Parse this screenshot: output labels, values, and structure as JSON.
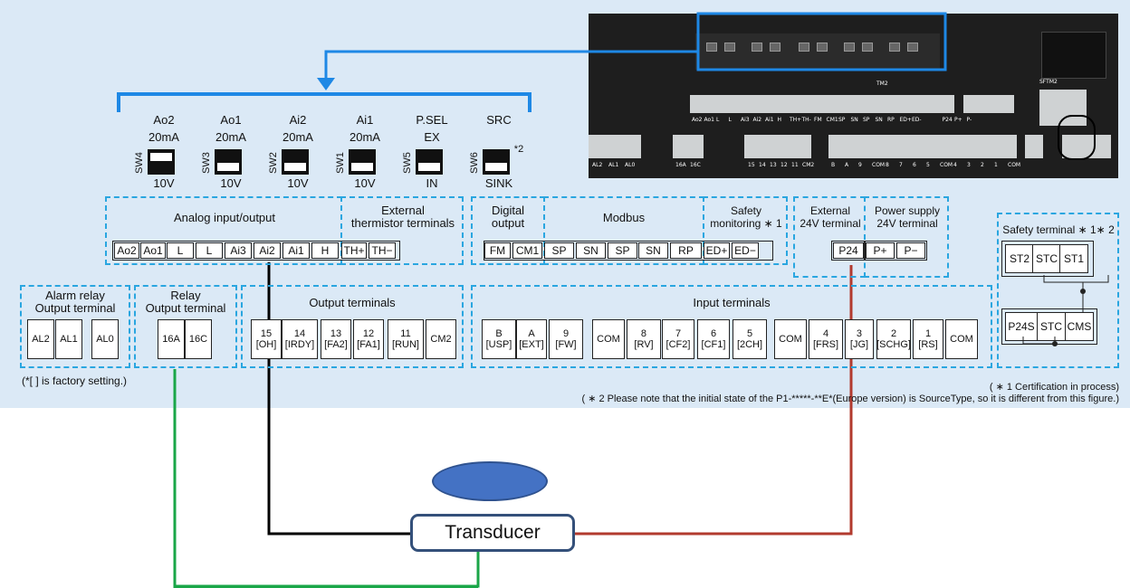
{
  "switches": [
    {
      "id": "SW4",
      "top": "Ao2",
      "mid": "20mA",
      "bottom": "10V",
      "star": ""
    },
    {
      "id": "SW3",
      "top": "Ao1",
      "mid": "20mA",
      "bottom": "10V",
      "star": ""
    },
    {
      "id": "SW2",
      "top": "Ai2",
      "mid": "20mA",
      "bottom": "10V",
      "star": ""
    },
    {
      "id": "SW1",
      "top": "Ai1",
      "mid": "20mA",
      "bottom": "10V",
      "star": ""
    },
    {
      "id": "SW5",
      "top": "P.SEL",
      "mid": "EX",
      "bottom": "IN",
      "star": ""
    },
    {
      "id": "SW6",
      "top": "SRC",
      "mid": "",
      "bottom": "SINK",
      "star": "*2"
    }
  ],
  "groups": {
    "analog": "Analog input/output",
    "thermistor": "External\nthermistor terminals",
    "digital_out": "Digital\noutput",
    "modbus": "Modbus",
    "safety_mon": "Safety\nmonitoring ∗ 1",
    "ext24": "External\n24V terminal",
    "power24": "Power supply\n24V terminal",
    "safety_term": "Safety terminal ∗ 1∗ 2",
    "alarm_relay": "Alarm relay\nOutput terminal",
    "relay": "Relay\nOutput terminal",
    "output_terms": "Output terminals",
    "input_terms": "Input terminals"
  },
  "row1_terminals": [
    "Ao2",
    "Ao1",
    "L",
    "L",
    "Ai3",
    "Ai2",
    "Ai1",
    "H",
    "TH+",
    "TH−",
    "FM",
    "CM1",
    "SP",
    "SN",
    "SP",
    "SN",
    "RP",
    "ED+",
    "ED−",
    "P24",
    "P+",
    "P−"
  ],
  "safety_terminals": [
    "ST2",
    "STC",
    "ST1",
    "P24S",
    "STC",
    "CMS"
  ],
  "row2_terminals": [
    "AL2",
    "AL1",
    "AL0",
    "16A",
    "16C",
    "15\n[OH]",
    "14\n[IRDY]",
    "13\n[FA2]",
    "12\n[FA1]",
    "11\n[RUN]",
    "CM2",
    "B\n[USP]",
    "A\n[EXT]",
    "9\n[FW]",
    "COM",
    "8\n[RV]",
    "7\n[CF2]",
    "6\n[CF1]",
    "5\n[2CH]",
    "COM",
    "4\n[FRS]",
    "3\n[JG]",
    "2\n[SCHG]",
    "1\n[RS]",
    "COM"
  ],
  "notes": {
    "factory": "(*[ ] is factory setting.)",
    "note1": "( ∗ 1 Certification in process)",
    "note2": "( ∗ 2 Please note that the initial state of the P1-*****-**E*(Europe version) is SourceType, so it is different from this figure.)"
  },
  "transducer": "Transducer",
  "photo_labels": {
    "tm2": "TM2",
    "sftm2": "SFTM2",
    "bottom": [
      "AL2",
      "AL1",
      "AL0",
      "16A",
      "16C",
      "15",
      "14",
      "13",
      "12",
      "11",
      "CM2",
      "B",
      "A",
      "9",
      "COM",
      "8",
      "7",
      "6",
      "5",
      "COM",
      "4",
      "3",
      "2",
      "1",
      "COM"
    ],
    "top": [
      "Ao2",
      "Ao1",
      "L",
      "L",
      "Ai3",
      "Ai2",
      "Ai1",
      "H",
      "TH+",
      "TH-",
      "FM",
      "CM1",
      "SP",
      "SN",
      "SP",
      "SN",
      "RP",
      "ED+",
      "ED-",
      "P24",
      "P+",
      "P-"
    ]
  },
  "colors": {
    "panel": "#dbe9f6",
    "dashed": "#2aa6e0",
    "blue_line": "#1e88e5",
    "black_wire": "#000000",
    "green_wire": "#1aa648",
    "red_wire": "#b23a2e",
    "ellipse": "#4472c4",
    "transducer_border": "#34507a"
  }
}
